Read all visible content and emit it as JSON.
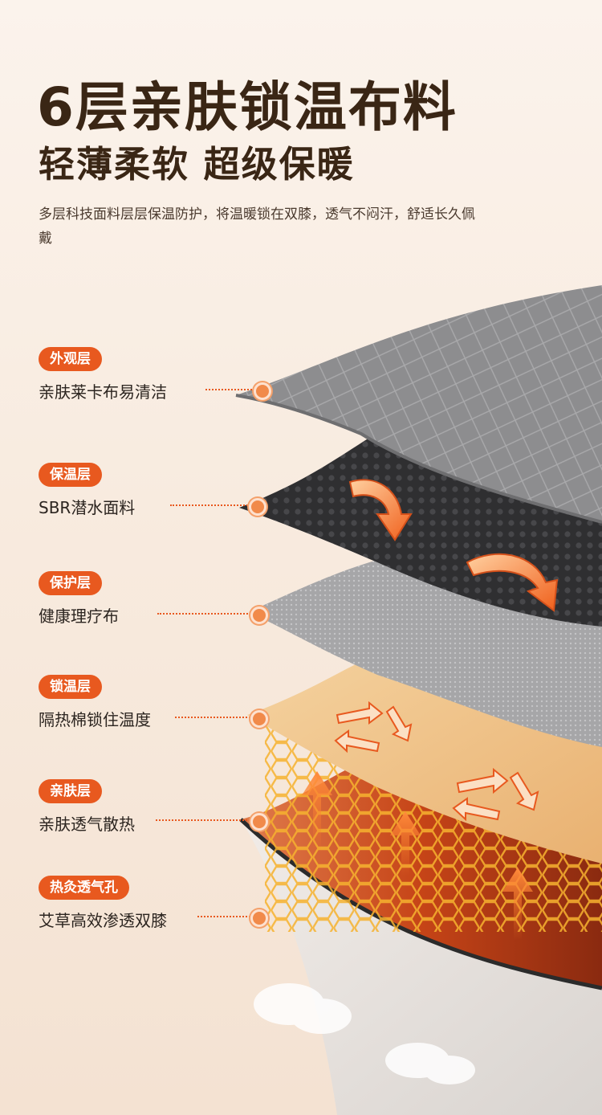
{
  "header": {
    "title": "6层亲肤锁温布料",
    "subtitle": "轻薄柔软 超级保暖",
    "description": "多层科技面料层层保温防护，将温暖锁在双膝，透气不闷汗，舒适长久佩戴"
  },
  "layers": [
    {
      "badge": "外观层",
      "text": "亲肤莱卡布易清洁"
    },
    {
      "badge": "保温层",
      "text": "SBR潜水面料"
    },
    {
      "badge": "保护层",
      "text": "健康理疗布"
    },
    {
      "badge": "锁温层",
      "text": "隔热棉锁住温度"
    },
    {
      "badge": "亲肤层",
      "text": "亲肤透气散热"
    },
    {
      "badge": "热灸透气孔",
      "text": "艾草高效渗透双膝"
    }
  ],
  "colors": {
    "accent": "#e8591f",
    "title": "#3a2615"
  },
  "icons": [
    "heat-flow-arrow-icon",
    "circulation-arrows-icon",
    "hexagon-mesh-icon",
    "up-arrow-icon"
  ]
}
